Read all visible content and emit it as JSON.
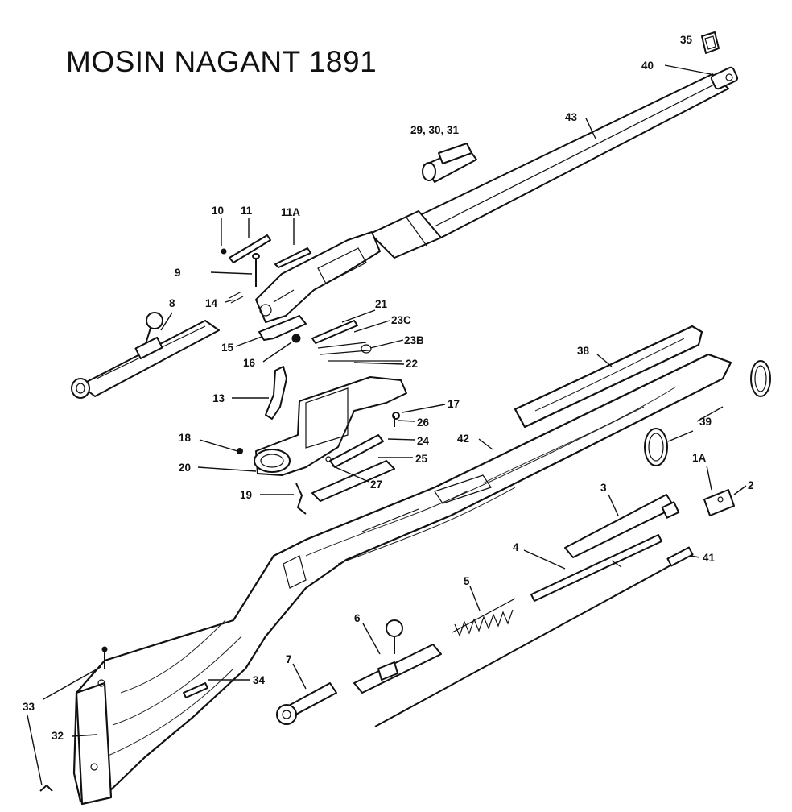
{
  "title": "MOSIN NAGANT 1891",
  "callouts": {
    "c1a": "1A",
    "c2": "2",
    "c3": "3",
    "c4": "4",
    "c5": "5",
    "c6": "6",
    "c7": "7",
    "c8": "8",
    "c9": "9",
    "c10": "10",
    "c11": "11",
    "c11a": "11A",
    "c13": "13",
    "c14": "14",
    "c15": "15",
    "c16": "16",
    "c17": "17",
    "c18": "18",
    "c19": "19",
    "c20": "20",
    "c21": "21",
    "c22": "22",
    "c23b": "23B",
    "c23c": "23C",
    "c24": "24",
    "c25": "25",
    "c26": "26",
    "c27": "27",
    "c293031": "29, 30, 31",
    "c32": "32",
    "c33": "33",
    "c34": "34",
    "c35": "35",
    "c38": "38",
    "c39": "39",
    "c40": "40",
    "c41": "41",
    "c42": "42",
    "c43": "43"
  }
}
